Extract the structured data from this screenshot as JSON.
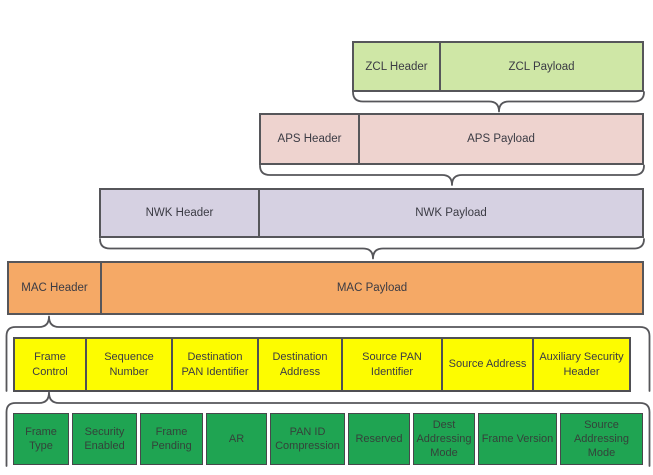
{
  "layers": [
    {
      "name": "zcl",
      "header": "ZCL Header",
      "payload": "ZCL Payload"
    },
    {
      "name": "aps",
      "header": "APS Header",
      "payload": "APS Payload"
    },
    {
      "name": "nwk",
      "header": "NWK Header",
      "payload": "NWK Payload"
    },
    {
      "name": "mac",
      "header": "MAC Header",
      "payload": "MAC Payload"
    }
  ],
  "mac_header_fields": [
    "Frame Control",
    "Sequence Number",
    "Destination PAN Identifier",
    "Destination Address",
    "Source PAN Identifier",
    "Source Address",
    "Auxiliary Security Header"
  ],
  "frame_control_fields": [
    "Frame Type",
    "Security Enabled",
    "Frame Pending",
    "AR",
    "PAN ID Compression",
    "Reserved",
    "Dest Addressing Mode",
    "Frame Version",
    "Source Addressing Mode"
  ],
  "colors": {
    "zcl": "#cfe7a6",
    "aps": "#eed3cf",
    "nwk": "#d6d1e2",
    "mac": "#f5a966",
    "field_yellow": "#fdfc00",
    "field_green": "#1fa452",
    "outline": "#56565a"
  }
}
